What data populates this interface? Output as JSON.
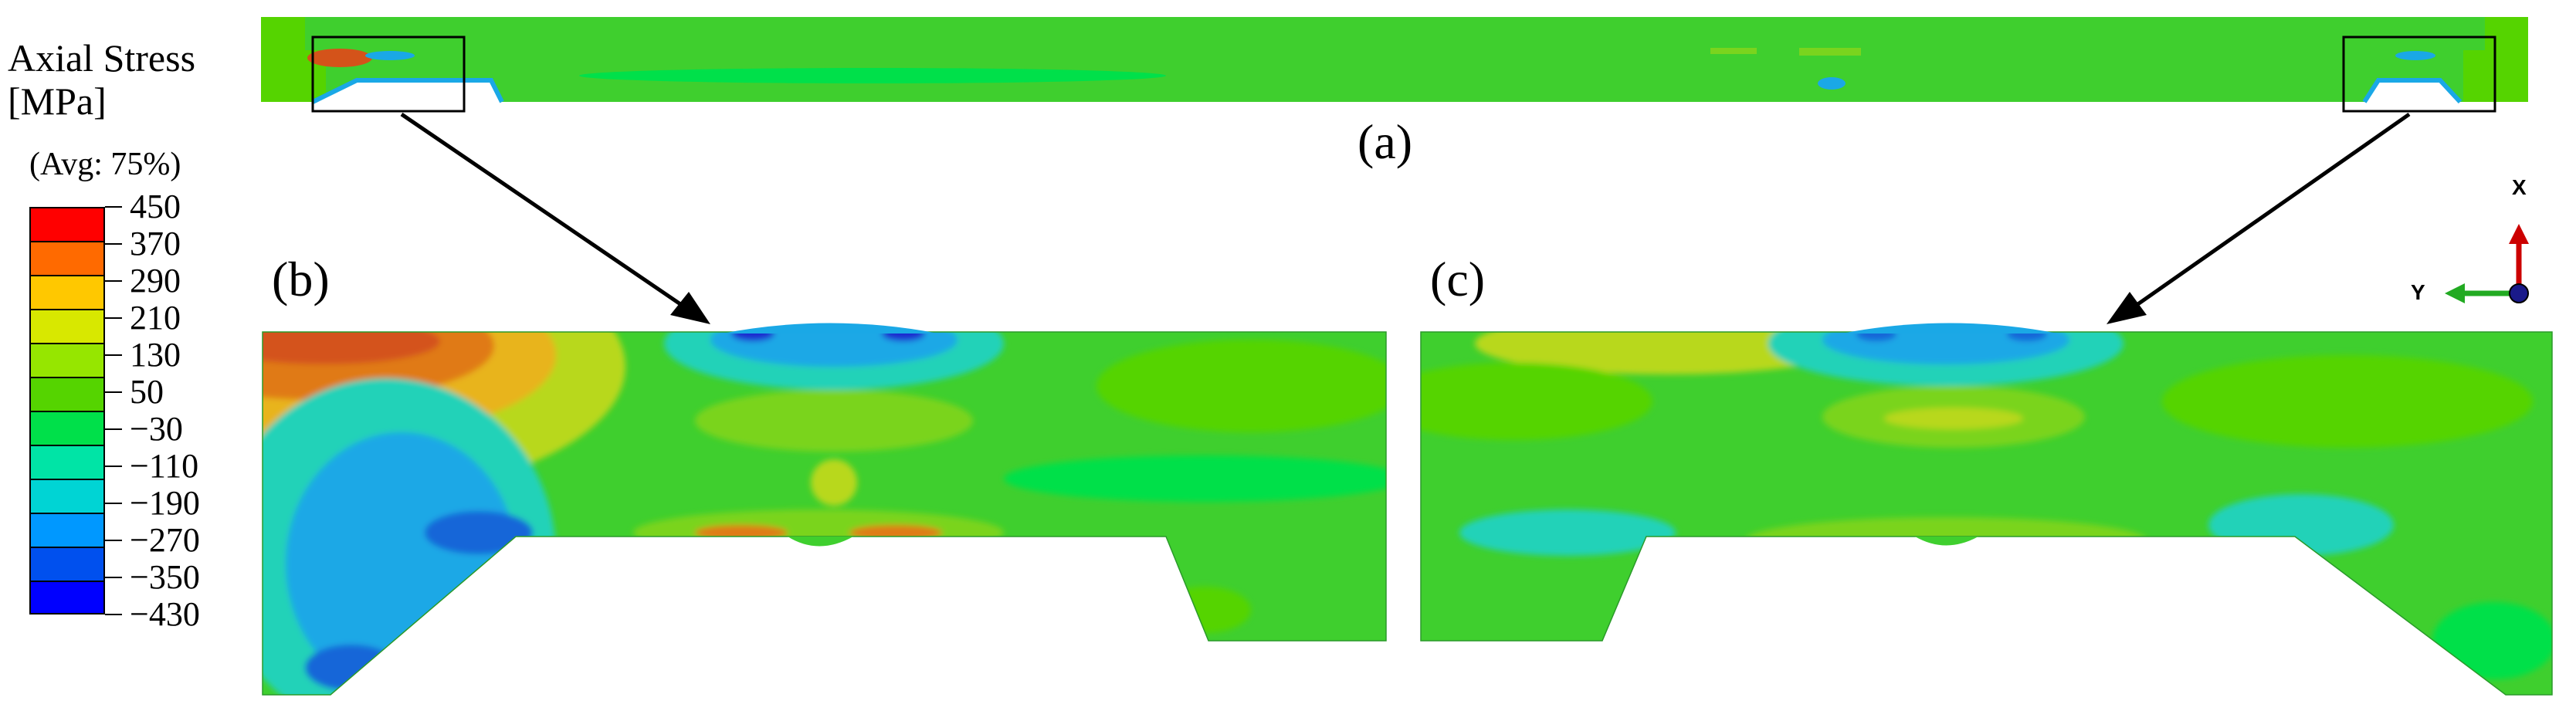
{
  "legend": {
    "title_line1": "Axial Stress",
    "title_line2": "[MPa]",
    "averaging": "(Avg: 75%)",
    "levels": [
      "450",
      "370",
      "290",
      "210",
      "130",
      "50",
      "−30",
      "−110",
      "−190",
      "−270",
      "−350",
      "−430"
    ],
    "colors": [
      "#ff0000",
      "#ff6a00",
      "#ffc800",
      "#d8e800",
      "#96e600",
      "#55d400",
      "#00e04a",
      "#00e4a6",
      "#00d4d4",
      "#0098ff",
      "#0050ee",
      "#0000ff"
    ]
  },
  "panels": {
    "a": "(a)",
    "b": "(b)",
    "c": "(c)"
  },
  "triad": {
    "x_label": "X",
    "y_label": "Y",
    "x_color": "#cc0000",
    "y_color": "#22aa22"
  },
  "field_colors": {
    "base_green": "#3fcf2e",
    "light_green": "#7ad41e",
    "yellow_green": "#b8d81a",
    "orange": "#e07a14",
    "red_orange": "#d4531a",
    "cyan": "#22d2b8",
    "light_blue": "#1aa8e6",
    "blue": "#1566d8",
    "dark_blue": "#1a2bd0"
  }
}
